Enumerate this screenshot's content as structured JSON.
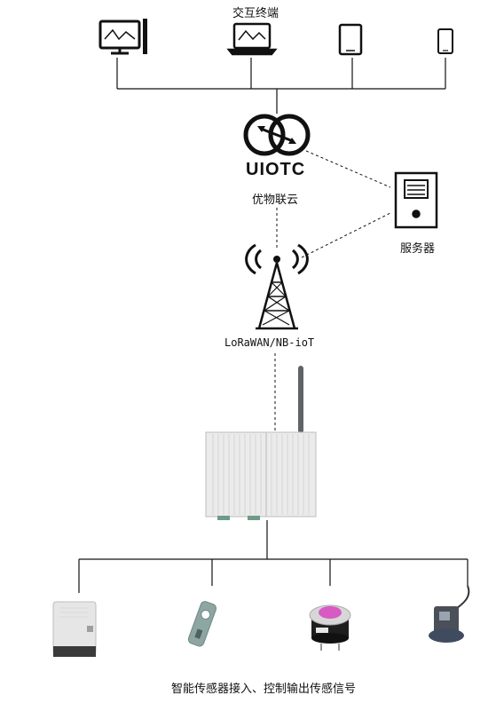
{
  "terminals": {
    "title": "交互终端",
    "devices": [
      "desktop-icon",
      "laptop-icon",
      "tablet-icon",
      "phone-icon"
    ]
  },
  "platform": {
    "brand": "UIOTC",
    "name": "优物联云",
    "logo_icon": "uiotc-logo-icon"
  },
  "server": {
    "label": "服务器",
    "icon": "server-icon"
  },
  "tower": {
    "label": "LoRaWAN/NB-ioT",
    "icon": "radio-tower-icon"
  },
  "gateway": {
    "icon": "gateway-device-icon"
  },
  "sensors": {
    "caption": "智能传感器接入、控制输出传感信号",
    "items": [
      "sensor-box-icon",
      "clamp-sensor-icon",
      "gas-sensor-icon",
      "probe-sensor-icon"
    ]
  }
}
